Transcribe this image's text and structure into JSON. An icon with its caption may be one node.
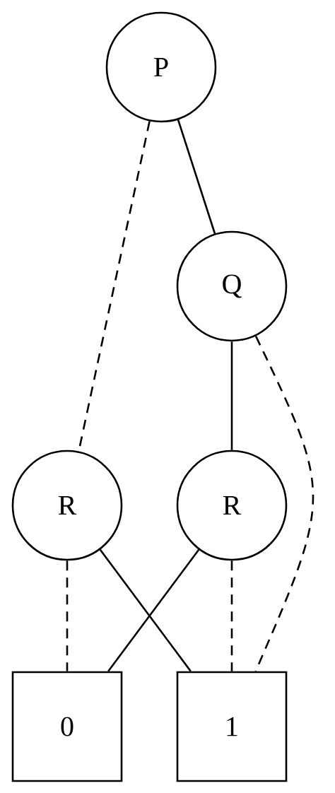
{
  "diagram": {
    "nodes": [
      {
        "text": [
          "P"
        ]
      },
      {
        "text": [
          "Q"
        ]
      },
      {
        "text": [
          "R"
        ]
      },
      {
        "text": [
          "R"
        ]
      },
      {
        "text": [
          "0"
        ]
      },
      {
        "text": [
          "1"
        ]
      }
    ],
    "edges": [
      {
        "from": 0,
        "to": 2,
        "arrow": "none",
        "style": "dashed"
      },
      {
        "from": 0,
        "to": 1,
        "arrow": "none"
      },
      {
        "from": 1,
        "to": 3,
        "arrow": "none"
      },
      {
        "from": 1,
        "to": 5,
        "arrow": "none",
        "style": "dashed"
      },
      {
        "from": 2,
        "to": 4,
        "arrow": "none",
        "style": "dashed"
      },
      {
        "from": 2,
        "to": 5,
        "arrow": "none"
      },
      {
        "from": 3,
        "to": 4,
        "arrow": "none"
      },
      {
        "from": 3,
        "to": 5,
        "arrow": "none",
        "style": "dashed"
      }
    ]
  }
}
